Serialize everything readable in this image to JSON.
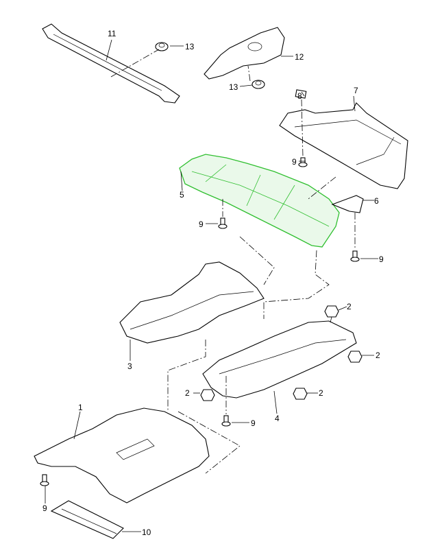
{
  "diagram": {
    "highlight_color": "#2fbf2f",
    "callouts": [
      {
        "id": "11",
        "text": "11"
      },
      {
        "id": "13a",
        "text": "13"
      },
      {
        "id": "12",
        "text": "12"
      },
      {
        "id": "13b",
        "text": "13"
      },
      {
        "id": "8",
        "text": "8"
      },
      {
        "id": "7",
        "text": "7"
      },
      {
        "id": "9a",
        "text": "9"
      },
      {
        "id": "5",
        "text": "5"
      },
      {
        "id": "6",
        "text": "6"
      },
      {
        "id": "9b",
        "text": "9"
      },
      {
        "id": "9c",
        "text": "9"
      },
      {
        "id": "2a",
        "text": "2"
      },
      {
        "id": "3",
        "text": "3"
      },
      {
        "id": "2b",
        "text": "2"
      },
      {
        "id": "2c",
        "text": "2"
      },
      {
        "id": "2d",
        "text": "2"
      },
      {
        "id": "9d",
        "text": "9"
      },
      {
        "id": "4",
        "text": "4"
      },
      {
        "id": "1",
        "text": "1"
      },
      {
        "id": "9e",
        "text": "9"
      },
      {
        "id": "10",
        "text": "10"
      }
    ]
  }
}
